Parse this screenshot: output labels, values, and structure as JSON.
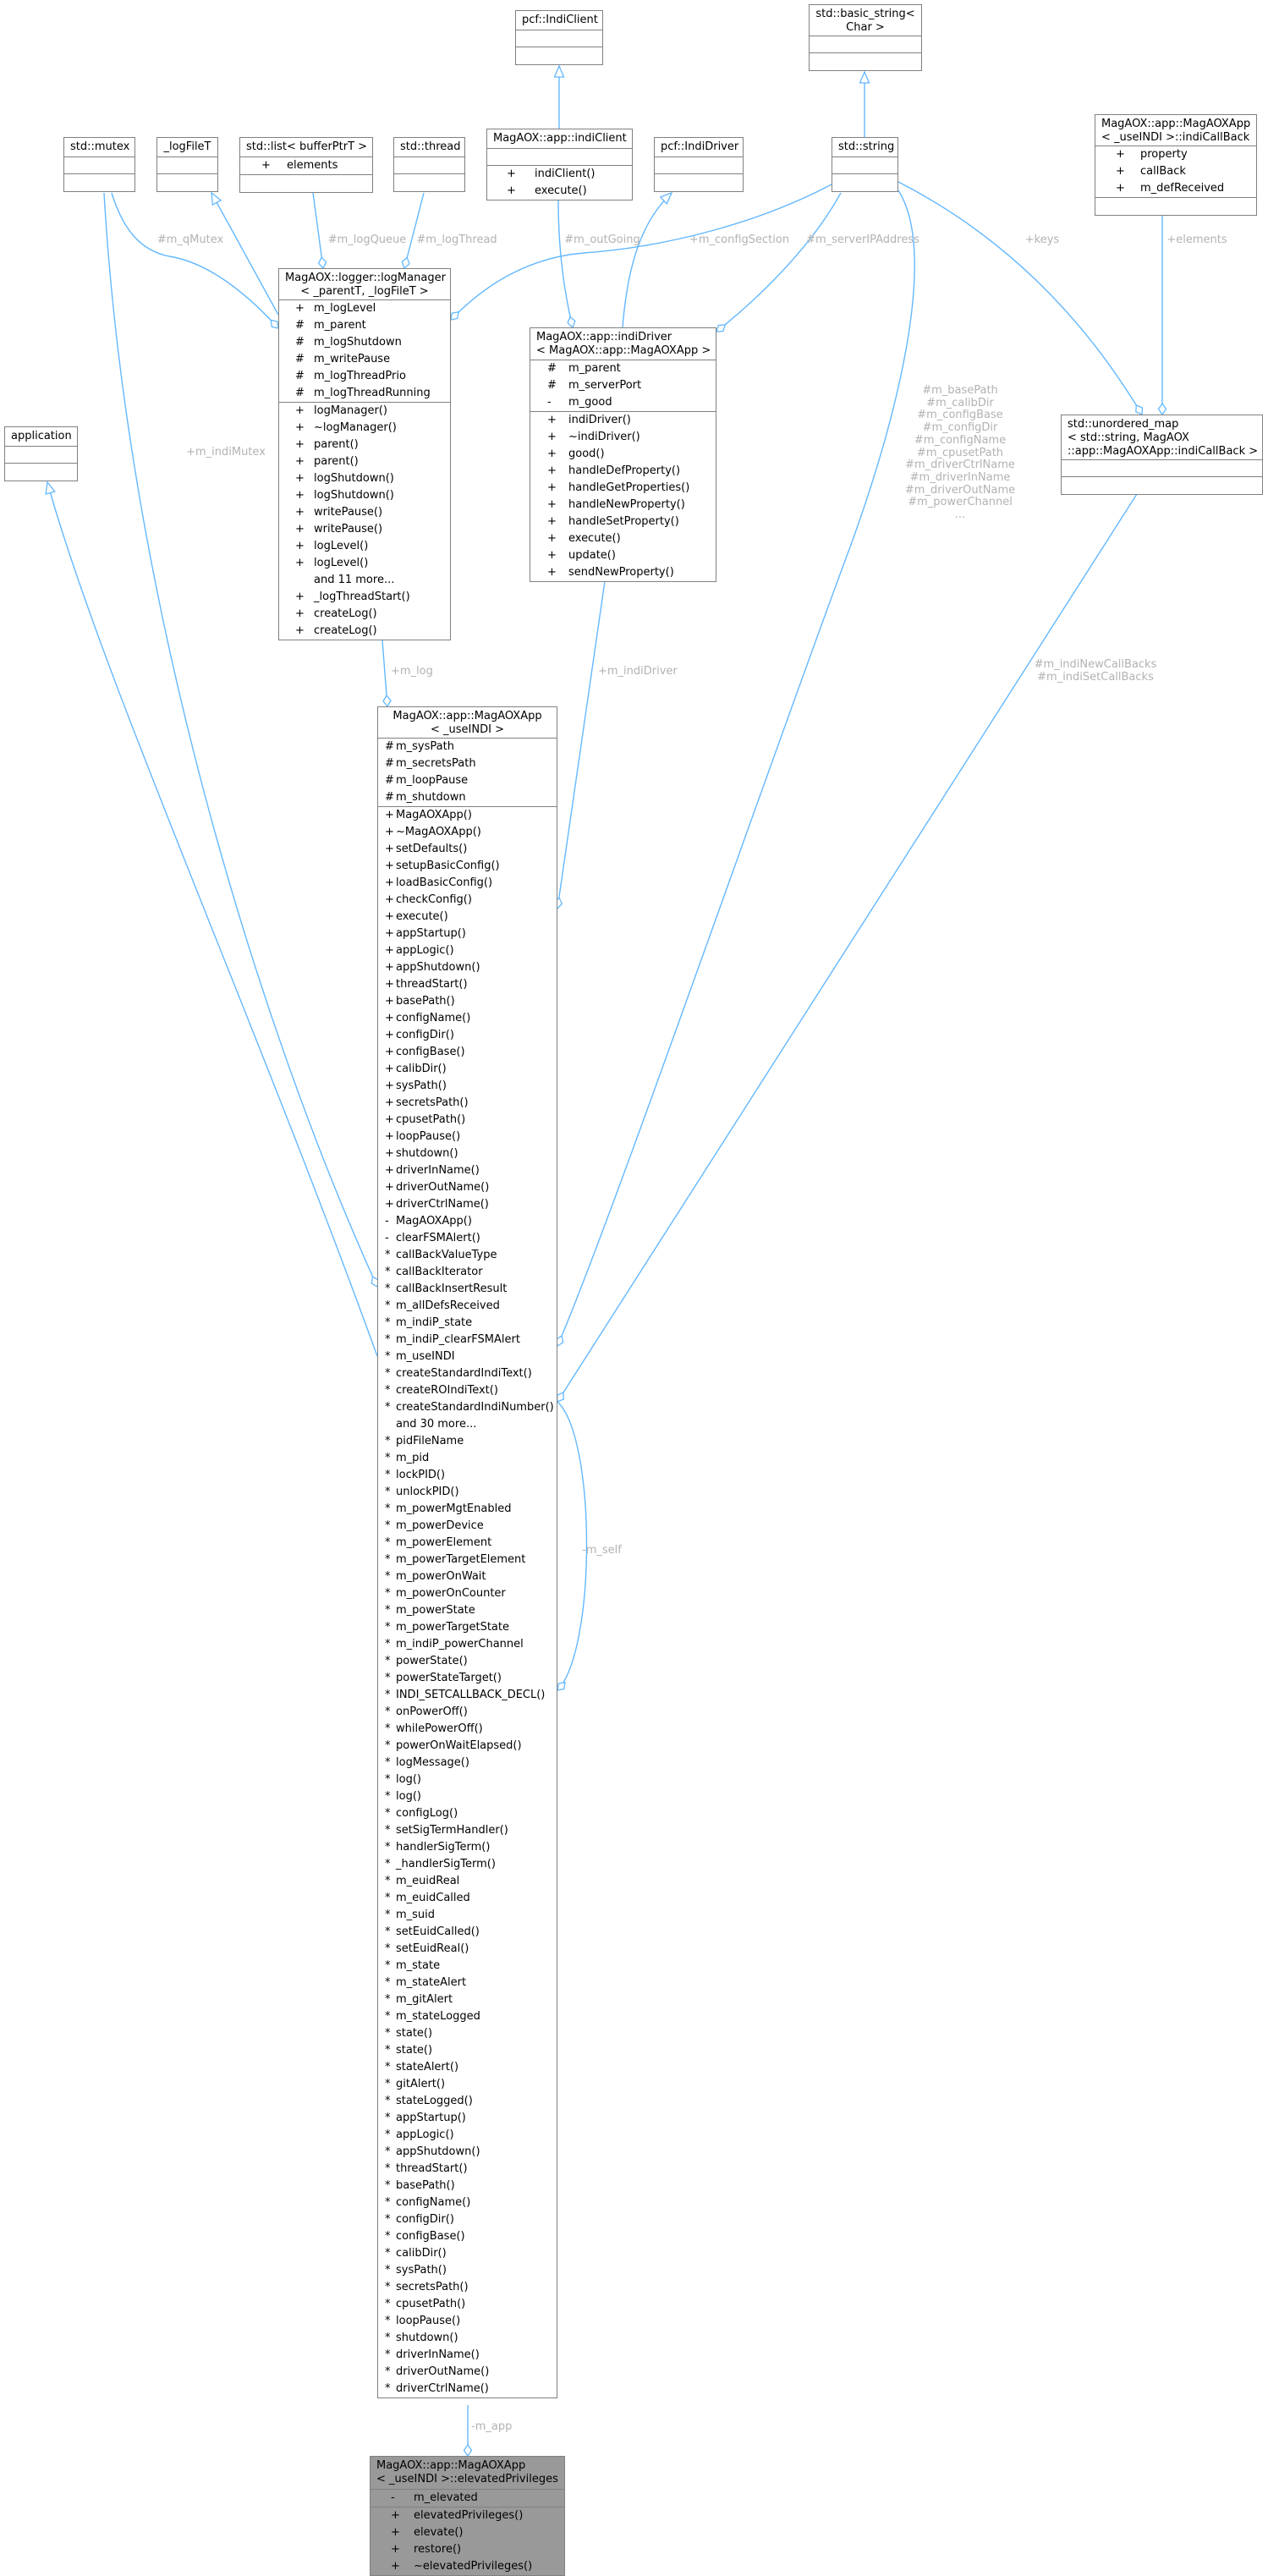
{
  "colors": {
    "edge": "#63b8ff",
    "edge_label": "#b2b2b2",
    "box_border": "#808080",
    "highlight_fill": "#999999"
  },
  "classes": {
    "pcf_indiclient": {
      "title": [
        "pcf::IndiClient"
      ],
      "attributes": [],
      "methods": []
    },
    "basic_string": {
      "title": [
        "std::basic_string<",
        "Char >"
      ],
      "attributes": [],
      "methods": []
    },
    "std_mutex": {
      "title": [
        "std::mutex"
      ],
      "attributes": [],
      "methods": []
    },
    "logfilet": {
      "title": [
        "_logFileT"
      ],
      "attributes": [],
      "methods": []
    },
    "std_list": {
      "title": [
        "std::list< bufferPtrT >"
      ],
      "attributes": [
        {
          "v": "+",
          "name": "elements"
        }
      ],
      "methods": []
    },
    "std_thread": {
      "title": [
        "std::thread"
      ],
      "attributes": [],
      "methods": []
    },
    "indiclient": {
      "title": [
        "MagAOX::app::indiClient"
      ],
      "attributes": [],
      "methods": [
        {
          "v": "+",
          "name": "indiClient()"
        },
        {
          "v": "+",
          "name": "execute()"
        }
      ]
    },
    "pcf_indidriver": {
      "title": [
        "pcf::IndiDriver"
      ],
      "attributes": [],
      "methods": []
    },
    "std_string": {
      "title": [
        "std::string"
      ],
      "attributes": [],
      "methods": []
    },
    "indicallback": {
      "title": [
        "MagAOX::app::MagAOXApp",
        "< _useINDI >::indiCallBack"
      ],
      "attributes": [
        {
          "v": "+",
          "name": "property"
        },
        {
          "v": "+",
          "name": "callBack"
        },
        {
          "v": "+",
          "name": "m_defReceived"
        }
      ],
      "methods": []
    },
    "application": {
      "title": [
        "application"
      ],
      "attributes": [],
      "methods": []
    },
    "logmanager": {
      "title": [
        "MagAOX::logger::logManager",
        "< _parentT, _logFileT >"
      ],
      "attributes": [
        {
          "v": "+",
          "name": "m_logLevel"
        },
        {
          "v": "#",
          "name": "m_parent"
        },
        {
          "v": "#",
          "name": "m_logShutdown"
        },
        {
          "v": "#",
          "name": "m_writePause"
        },
        {
          "v": "#",
          "name": "m_logThreadPrio"
        },
        {
          "v": "#",
          "name": "m_logThreadRunning"
        }
      ],
      "methods": [
        {
          "v": "+",
          "name": "logManager()"
        },
        {
          "v": "+",
          "name": "~logManager()"
        },
        {
          "v": "+",
          "name": "parent()"
        },
        {
          "v": "+",
          "name": "parent()"
        },
        {
          "v": "+",
          "name": "logShutdown()"
        },
        {
          "v": "+",
          "name": "logShutdown()"
        },
        {
          "v": "+",
          "name": "writePause()"
        },
        {
          "v": "+",
          "name": "writePause()"
        },
        {
          "v": "+",
          "name": "logLevel()"
        },
        {
          "v": "+",
          "name": "logLevel()"
        },
        {
          "v": "",
          "name": "and 11 more..."
        },
        {
          "v": "+",
          "name": "_logThreadStart()"
        },
        {
          "v": "+",
          "name": "createLog()"
        },
        {
          "v": "+",
          "name": "createLog()"
        }
      ]
    },
    "indidriver": {
      "title": [
        "MagAOX::app::indiDriver",
        "< MagAOX::app::MagAOXApp >"
      ],
      "attributes": [
        {
          "v": "#",
          "name": "m_parent"
        },
        {
          "v": "#",
          "name": "m_serverPort"
        },
        {
          "v": "-",
          "name": "m_good"
        }
      ],
      "methods": [
        {
          "v": "+",
          "name": "indiDriver()"
        },
        {
          "v": "+",
          "name": "~indiDriver()"
        },
        {
          "v": "+",
          "name": "good()"
        },
        {
          "v": "+",
          "name": "handleDefProperty()"
        },
        {
          "v": "+",
          "name": "handleGetProperties()"
        },
        {
          "v": "+",
          "name": "handleNewProperty()"
        },
        {
          "v": "+",
          "name": "handleSetProperty()"
        },
        {
          "v": "+",
          "name": "execute()"
        },
        {
          "v": "+",
          "name": "update()"
        },
        {
          "v": "+",
          "name": "sendNewProperty()"
        }
      ]
    },
    "unordered_map": {
      "title": [
        "std::unordered_map",
        "< std::string, MagAOX",
        "::app::MagAOXApp::indiCallBack >"
      ],
      "attributes": [],
      "methods": []
    },
    "magaoxapp": {
      "title": [
        "MagAOX::app::MagAOXApp",
        "< _useINDI >"
      ],
      "attributes": [
        {
          "v": "#",
          "name": "m_sysPath"
        },
        {
          "v": "#",
          "name": "m_secretsPath"
        },
        {
          "v": "#",
          "name": "m_loopPause"
        },
        {
          "v": "#",
          "name": "m_shutdown"
        }
      ],
      "methods": [
        {
          "v": "+",
          "name": "MagAOXApp()"
        },
        {
          "v": "+",
          "name": "~MagAOXApp()"
        },
        {
          "v": "+",
          "name": "setDefaults()"
        },
        {
          "v": "+",
          "name": "setupBasicConfig()"
        },
        {
          "v": "+",
          "name": "loadBasicConfig()"
        },
        {
          "v": "+",
          "name": "checkConfig()"
        },
        {
          "v": "+",
          "name": "execute()"
        },
        {
          "v": "+",
          "name": "appStartup()"
        },
        {
          "v": "+",
          "name": "appLogic()"
        },
        {
          "v": "+",
          "name": "appShutdown()"
        },
        {
          "v": "+",
          "name": "threadStart()"
        },
        {
          "v": "+",
          "name": "basePath()"
        },
        {
          "v": "+",
          "name": "configName()"
        },
        {
          "v": "+",
          "name": "configDir()"
        },
        {
          "v": "+",
          "name": "configBase()"
        },
        {
          "v": "+",
          "name": "calibDir()"
        },
        {
          "v": "+",
          "name": "sysPath()"
        },
        {
          "v": "+",
          "name": "secretsPath()"
        },
        {
          "v": "+",
          "name": "cpusetPath()"
        },
        {
          "v": "+",
          "name": "loopPause()"
        },
        {
          "v": "+",
          "name": "shutdown()"
        },
        {
          "v": "+",
          "name": "driverInName()"
        },
        {
          "v": "+",
          "name": "driverOutName()"
        },
        {
          "v": "+",
          "name": "driverCtrlName()"
        },
        {
          "v": "-",
          "name": "MagAOXApp()"
        },
        {
          "v": "-",
          "name": "clearFSMAlert()"
        },
        {
          "v": "*",
          "name": "callBackValueType"
        },
        {
          "v": "*",
          "name": "callBackIterator"
        },
        {
          "v": "*",
          "name": "callBackInsertResult"
        },
        {
          "v": "*",
          "name": "m_allDefsReceived"
        },
        {
          "v": "*",
          "name": "m_indiP_state"
        },
        {
          "v": "*",
          "name": "m_indiP_clearFSMAlert"
        },
        {
          "v": "*",
          "name": "m_useINDI"
        },
        {
          "v": "*",
          "name": "createStandardIndiText()"
        },
        {
          "v": "*",
          "name": "createROIndiText()"
        },
        {
          "v": "*",
          "name": "createStandardIndiNumber()"
        },
        {
          "v": "",
          "name": "and 30 more..."
        },
        {
          "v": "*",
          "name": "pidFileName"
        },
        {
          "v": "*",
          "name": "m_pid"
        },
        {
          "v": "*",
          "name": "lockPID()"
        },
        {
          "v": "*",
          "name": "unlockPID()"
        },
        {
          "v": "*",
          "name": "m_powerMgtEnabled"
        },
        {
          "v": "*",
          "name": "m_powerDevice"
        },
        {
          "v": "*",
          "name": "m_powerElement"
        },
        {
          "v": "*",
          "name": "m_powerTargetElement"
        },
        {
          "v": "*",
          "name": "m_powerOnWait"
        },
        {
          "v": "*",
          "name": "m_powerOnCounter"
        },
        {
          "v": "*",
          "name": "m_powerState"
        },
        {
          "v": "*",
          "name": "m_powerTargetState"
        },
        {
          "v": "*",
          "name": "m_indiP_powerChannel"
        },
        {
          "v": "*",
          "name": "powerState()"
        },
        {
          "v": "*",
          "name": "powerStateTarget()"
        },
        {
          "v": "*",
          "name": "INDI_SETCALLBACK_DECL()"
        },
        {
          "v": "*",
          "name": "onPowerOff()"
        },
        {
          "v": "*",
          "name": "whilePowerOff()"
        },
        {
          "v": "*",
          "name": "powerOnWaitElapsed()"
        },
        {
          "v": "*",
          "name": "logMessage()"
        },
        {
          "v": "*",
          "name": "log()"
        },
        {
          "v": "*",
          "name": "log()"
        },
        {
          "v": "*",
          "name": "configLog()"
        },
        {
          "v": "*",
          "name": "setSigTermHandler()"
        },
        {
          "v": "*",
          "name": "handlerSigTerm()"
        },
        {
          "v": "*",
          "name": "_handlerSigTerm()"
        },
        {
          "v": "*",
          "name": "m_euidReal"
        },
        {
          "v": "*",
          "name": "m_euidCalled"
        },
        {
          "v": "*",
          "name": "m_suid"
        },
        {
          "v": "*",
          "name": "setEuidCalled()"
        },
        {
          "v": "*",
          "name": "setEuidReal()"
        },
        {
          "v": "*",
          "name": "m_state"
        },
        {
          "v": "*",
          "name": "m_stateAlert"
        },
        {
          "v": "*",
          "name": "m_gitAlert"
        },
        {
          "v": "*",
          "name": "m_stateLogged"
        },
        {
          "v": "*",
          "name": "state()"
        },
        {
          "v": "*",
          "name": "state()"
        },
        {
          "v": "*",
          "name": "stateAlert()"
        },
        {
          "v": "*",
          "name": "gitAlert()"
        },
        {
          "v": "*",
          "name": "stateLogged()"
        },
        {
          "v": "*",
          "name": "appStartup()"
        },
        {
          "v": "*",
          "name": "appLogic()"
        },
        {
          "v": "*",
          "name": "appShutdown()"
        },
        {
          "v": "*",
          "name": "threadStart()"
        },
        {
          "v": "*",
          "name": "basePath()"
        },
        {
          "v": "*",
          "name": "configName()"
        },
        {
          "v": "*",
          "name": "configDir()"
        },
        {
          "v": "*",
          "name": "configBase()"
        },
        {
          "v": "*",
          "name": "calibDir()"
        },
        {
          "v": "*",
          "name": "sysPath()"
        },
        {
          "v": "*",
          "name": "secretsPath()"
        },
        {
          "v": "*",
          "name": "cpusetPath()"
        },
        {
          "v": "*",
          "name": "loopPause()"
        },
        {
          "v": "*",
          "name": "shutdown()"
        },
        {
          "v": "*",
          "name": "driverInName()"
        },
        {
          "v": "*",
          "name": "driverOutName()"
        },
        {
          "v": "*",
          "name": "driverCtrlName()"
        }
      ]
    },
    "elevated": {
      "title": [
        "MagAOX::app::MagAOXApp",
        "< _useINDI >::elevatedPrivileges"
      ],
      "attributes": [
        {
          "v": "-",
          "name": "m_elevated"
        }
      ],
      "methods": [
        {
          "v": "+",
          "name": "elevatedPrivileges()"
        },
        {
          "v": "+",
          "name": "elevate()"
        },
        {
          "v": "+",
          "name": "restore()"
        },
        {
          "v": "+",
          "name": "~elevatedPrivileges()"
        }
      ]
    }
  },
  "edge_labels": {
    "qmutex": [
      "#m_qMutex"
    ],
    "logqueue": [
      "#m_logQueue"
    ],
    "logthread": [
      "#m_logThread"
    ],
    "outgoing": [
      "#m_outGoing"
    ],
    "configsection": [
      "+m_configSection"
    ],
    "serverip": [
      "#m_serverIPAddress"
    ],
    "keys": [
      "+keys"
    ],
    "elements": [
      "+elements"
    ],
    "indimutex": [
      "+m_indiMutex"
    ],
    "indidriver": [
      "+m_indiDriver"
    ],
    "mlog": [
      "+m_log"
    ],
    "paths": [
      "#m_basePath",
      "#m_calibDir",
      "#m_configBase",
      "#m_configDir",
      "#m_configName",
      "#m_cpusetPath",
      "#m_driverCtrlName",
      "#m_driverInName",
      "#m_driverOutName",
      "#m_powerChannel",
      "..."
    ],
    "callbacks": [
      "#m_indiNewCallBacks",
      "#m_indiSetCallBacks"
    ],
    "mself": [
      "-m_self"
    ],
    "mapp": [
      "-m_app"
    ]
  }
}
